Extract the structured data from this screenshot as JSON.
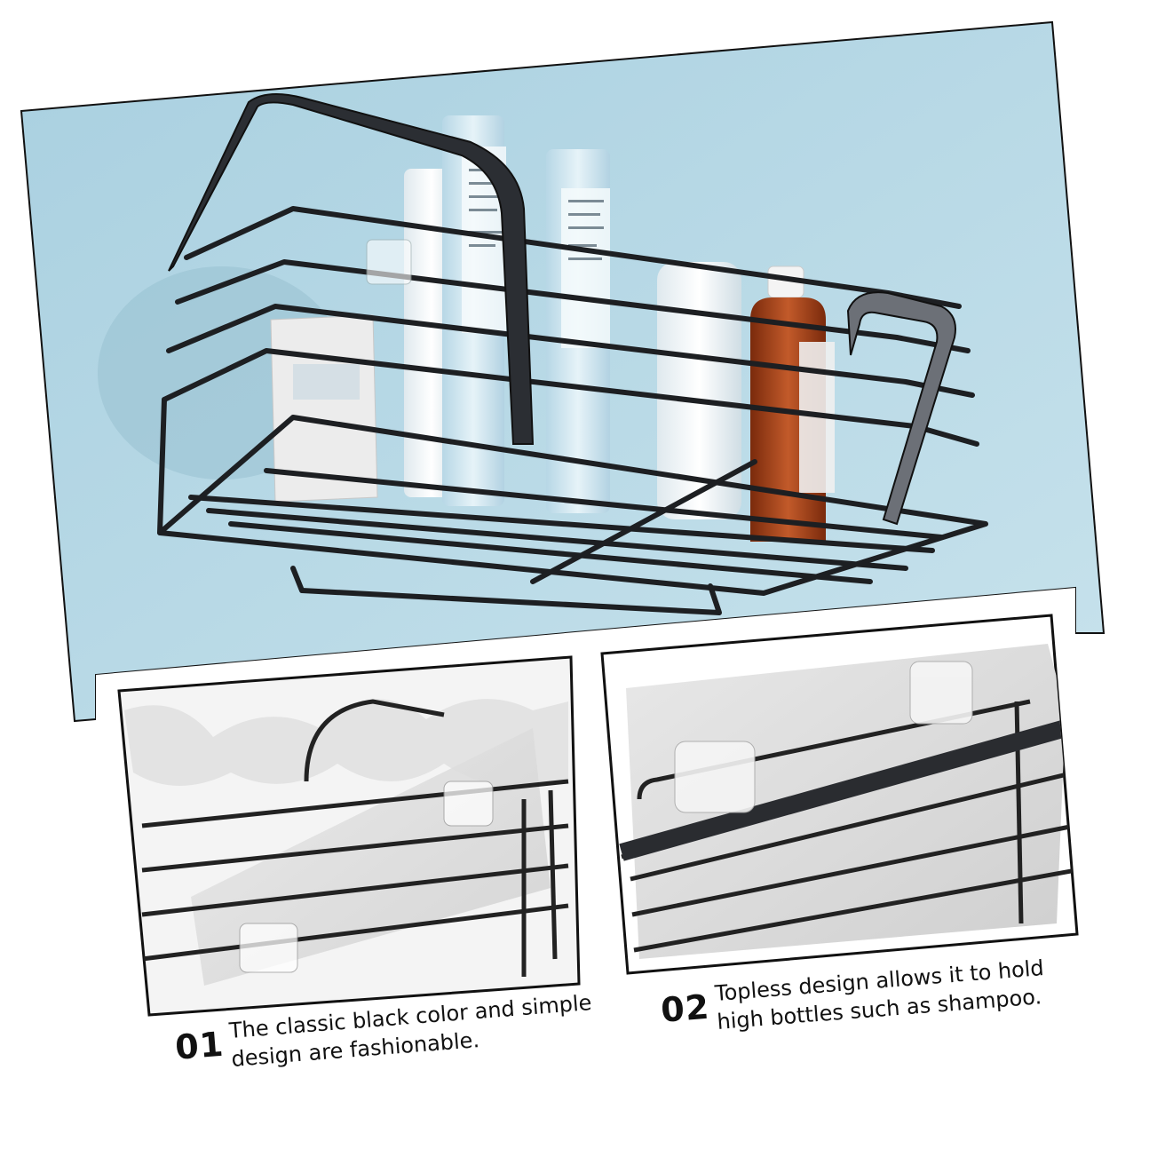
{
  "colors": {
    "wall": "#b9d9e6",
    "metal": "#1d1f22",
    "frame": "#111111",
    "amber_bottle": "#a8451c"
  },
  "captions": [
    {
      "number": "01",
      "line1": "The classic black color and simple",
      "line2": "design are fashionable."
    },
    {
      "number": "02",
      "line1": "Topless design allows it to hold",
      "line2": "high bottles such as shampoo."
    }
  ]
}
